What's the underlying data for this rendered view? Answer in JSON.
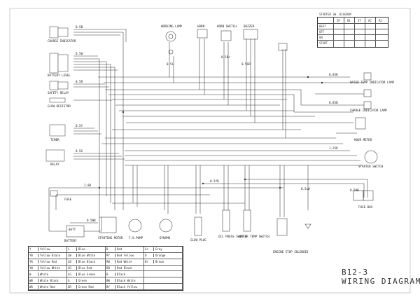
{
  "diagram": {
    "id": "B12-3",
    "title": "WIRING DIAGRAM",
    "components": {
      "charge_indicator": "CHARGE INDICATOR",
      "battery_charger_relay": "BATTERY LEVEL",
      "safety_relay": "SAFETY RELAY",
      "glow_resistor": "GLOW RESISTOR",
      "timer": "TIMER",
      "relay": "RELAY",
      "working_lamp": "WORKING LAMP",
      "horn": "HORN",
      "horn_switch": "HORN SWITCH",
      "buzzer": "BUZZER",
      "water_temp_lamp": "WATER TEMP INDICATOR LAMP",
      "charge_lamp": "CHARGE INDICATOR LAMP",
      "hour_meter": "HOUR METER",
      "starter_switch": "STARTER SWITCH",
      "fuse": "FUSE",
      "fuse_box": "FUSE BOX",
      "battery": "BATTERY",
      "starting_motor": "STARTING MOTOR",
      "fuel_pump": "F.O.PUMP",
      "dynamo": "DYNAMO",
      "glow_plug": "GLOW PLUG",
      "oil_press_switch": "OIL PRESS SWITCH",
      "water_temp_switch": "WATER TEMP SWITCH",
      "engine_stop_solenoid": "ENGINE STOP SOLENOID"
    },
    "wire_tags": [
      "0.5B",
      "0.5W",
      "0.5R",
      "0.5Y",
      "0.5G",
      "0.5L",
      "0.5Br",
      "0.5GR",
      "0.85R",
      "0.85B",
      "1.25R",
      "2.0R",
      "0.5WR",
      "0.5YB",
      "0.5LW",
      "0.5RB"
    ],
    "switch_table": {
      "caption": "STARTER SW. DIAGRAM",
      "headers": [
        "",
        "IP",
        "B1",
        "ST",
        "AC",
        "R2"
      ],
      "rows": [
        "HEAT",
        "OFF",
        "ON",
        "START"
      ]
    },
    "legend": {
      "rows": [
        [
          "Y",
          "Yellow",
          "L",
          "Blue",
          "B",
          "Red",
          "Gr",
          "Gray"
        ],
        [
          "YB",
          "Yellow Black",
          "LW",
          "Blue White",
          "RY",
          "Red Yellow",
          "O",
          "Orange"
        ],
        [
          "YR",
          "Yellow Red",
          "LB",
          "Blue Black",
          "RW",
          "Red White",
          "Br",
          "Brown"
        ],
        [
          "YW",
          "Yellow White",
          "LR",
          "Blue Red",
          "RB",
          "Red Black",
          "",
          ""
        ],
        [
          "W",
          "White",
          "LG",
          "Blue Green",
          "B",
          "Black",
          "",
          ""
        ],
        [
          "WB",
          "White Black",
          "G",
          "Green",
          "BW",
          "Black White",
          "",
          ""
        ],
        [
          "WR",
          "White Red",
          "GR",
          "Green Red",
          "BY",
          "Black Yellow",
          "",
          ""
        ]
      ]
    },
    "battery_symbol": "BATT"
  }
}
